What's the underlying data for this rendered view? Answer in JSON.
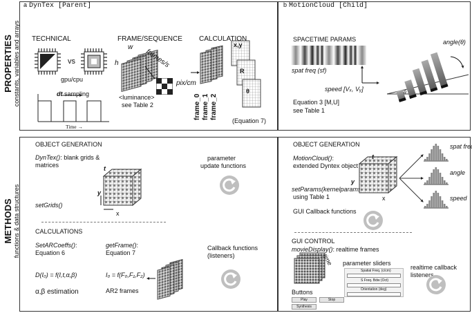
{
  "left_panel": {
    "letter": "a",
    "title": "DynTex [Parent]",
    "technical": {
      "title": "TECHNICAL",
      "vs": "vs",
      "gpu_cpu": "gpu/cpu",
      "dt_sampling": "dt sampling",
      "time_axis": "Time →",
      "dt_symbol": "dt",
      "sampling_word": "sampling"
    },
    "frame_sequence": {
      "title": "FRAME/SEQUENCE",
      "w": "w",
      "h": "h",
      "frames_per_s": "frames/s",
      "pix_cm": "pix/cm",
      "luminance": "<luminance>",
      "see_table": "see Table 2"
    },
    "calculation": {
      "title": "CALCULATION",
      "frames": [
        "frame_0",
        "frame_1",
        "frame_2"
      ],
      "xy": "x,y",
      "r": "R",
      "theta": "θ",
      "equation": "(Equation 7)"
    },
    "object_generation": {
      "title": "OBJECT GENERATION",
      "dyntex_fn": "DynTex()",
      "dyntex_desc": ": blank grids &",
      "dyntex_desc2": "matrices",
      "set_grids": "setGrids()",
      "axis_t": "t",
      "axis_x": "x",
      "axis_y": "y",
      "param_update": "parameter",
      "param_update2": "update functions"
    },
    "calculations": {
      "title": "CALCULATIONS",
      "set_ar": "SetARCoeffs()",
      "set_ar_colon": ":",
      "equation6": "Equation 6",
      "get_frame": "getFrame()",
      "get_frame_colon": ":",
      "equation7": "Equation 7",
      "d_formula": "D(I₀) = f(I,t,α,β)",
      "i_formula": "I₀ = f(F₀,F₁,F₂)",
      "alpha_beta": "α,β estimation",
      "ar2": "AR2 frames",
      "callback": "Callback functions",
      "listeners": "(listeners)"
    }
  },
  "right_panel": {
    "letter": "b",
    "title": "MotionCloud [Child]",
    "spacetime": {
      "title": "SPACETIME PARAMS",
      "spat_freq": "spat freq (sf)",
      "speed": "speed [Vₓ, Vᵧ]",
      "angle": "angle(θ)",
      "theta": "θ",
      "equation": "Equation 3  [M,U]",
      "see_table": "see Table 1"
    },
    "object_generation": {
      "title": "OBJECT GENERATION",
      "mc_fn": "MotionCloud()",
      "mc_colon": ":",
      "mc_desc": "extended Dyntex object",
      "set_params": "setParams(kernelparams)",
      "using_table": "using Table 1",
      "gui_callback": "GUI Callback functions",
      "hist_labels": [
        "spat freq",
        "angle",
        "speed"
      ],
      "axis_t": "t",
      "axis_x": "x",
      "axis_y": "y"
    },
    "gui_control": {
      "title": "GUI CONTROL",
      "movie_fn": "movieDisplay()",
      "movie_desc": ": realtime frames",
      "time": "time",
      "param_sliders": "parameter sliders",
      "sliders": [
        "Spatial Freq. (c/cm)",
        "S Freq. Bdw (Oct)",
        "Orientation (deg)"
      ],
      "buttons_label": "Buttons",
      "buttons": [
        "Play",
        "Stop",
        "Synthesis"
      ],
      "realtime_cb": "realtime callback",
      "listeners": "listeners"
    }
  },
  "row_labels": {
    "properties": "PROPERTIES",
    "properties_sub": "constants, variables and arrays",
    "methods": "METHODS",
    "methods_sub": "functions & data structures"
  },
  "colors": {
    "border": "#333333",
    "grey": "#bfbfbf",
    "dark": "#222222"
  }
}
